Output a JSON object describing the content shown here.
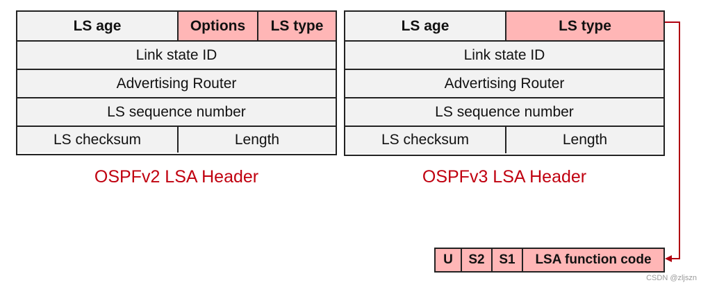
{
  "v2": {
    "row1": {
      "age": "LS age",
      "options": "Options",
      "type": "LS type"
    },
    "link_state_id": "Link state ID",
    "advertising_router": "Advertising Router",
    "sequence": "LS sequence number",
    "checksum": "LS checksum",
    "length": "Length",
    "caption": "OSPFv2 LSA Header"
  },
  "v3": {
    "row1": {
      "age": "LS age",
      "type": "LS type"
    },
    "link_state_id": "Link state ID",
    "advertising_router": "Advertising Router",
    "sequence": "LS sequence number",
    "checksum": "LS checksum",
    "length": "Length",
    "caption": "OSPFv3 LSA Header"
  },
  "ls_type_bits": {
    "u": "U",
    "s2": "S2",
    "s1": "S1",
    "function_code": "LSA function code"
  },
  "watermark": "CSDN @zljszn",
  "colors": {
    "highlight": "#ffb6b6",
    "cell": "#f2f2f2",
    "caption": "#c0000f",
    "arrow": "#b00010"
  }
}
